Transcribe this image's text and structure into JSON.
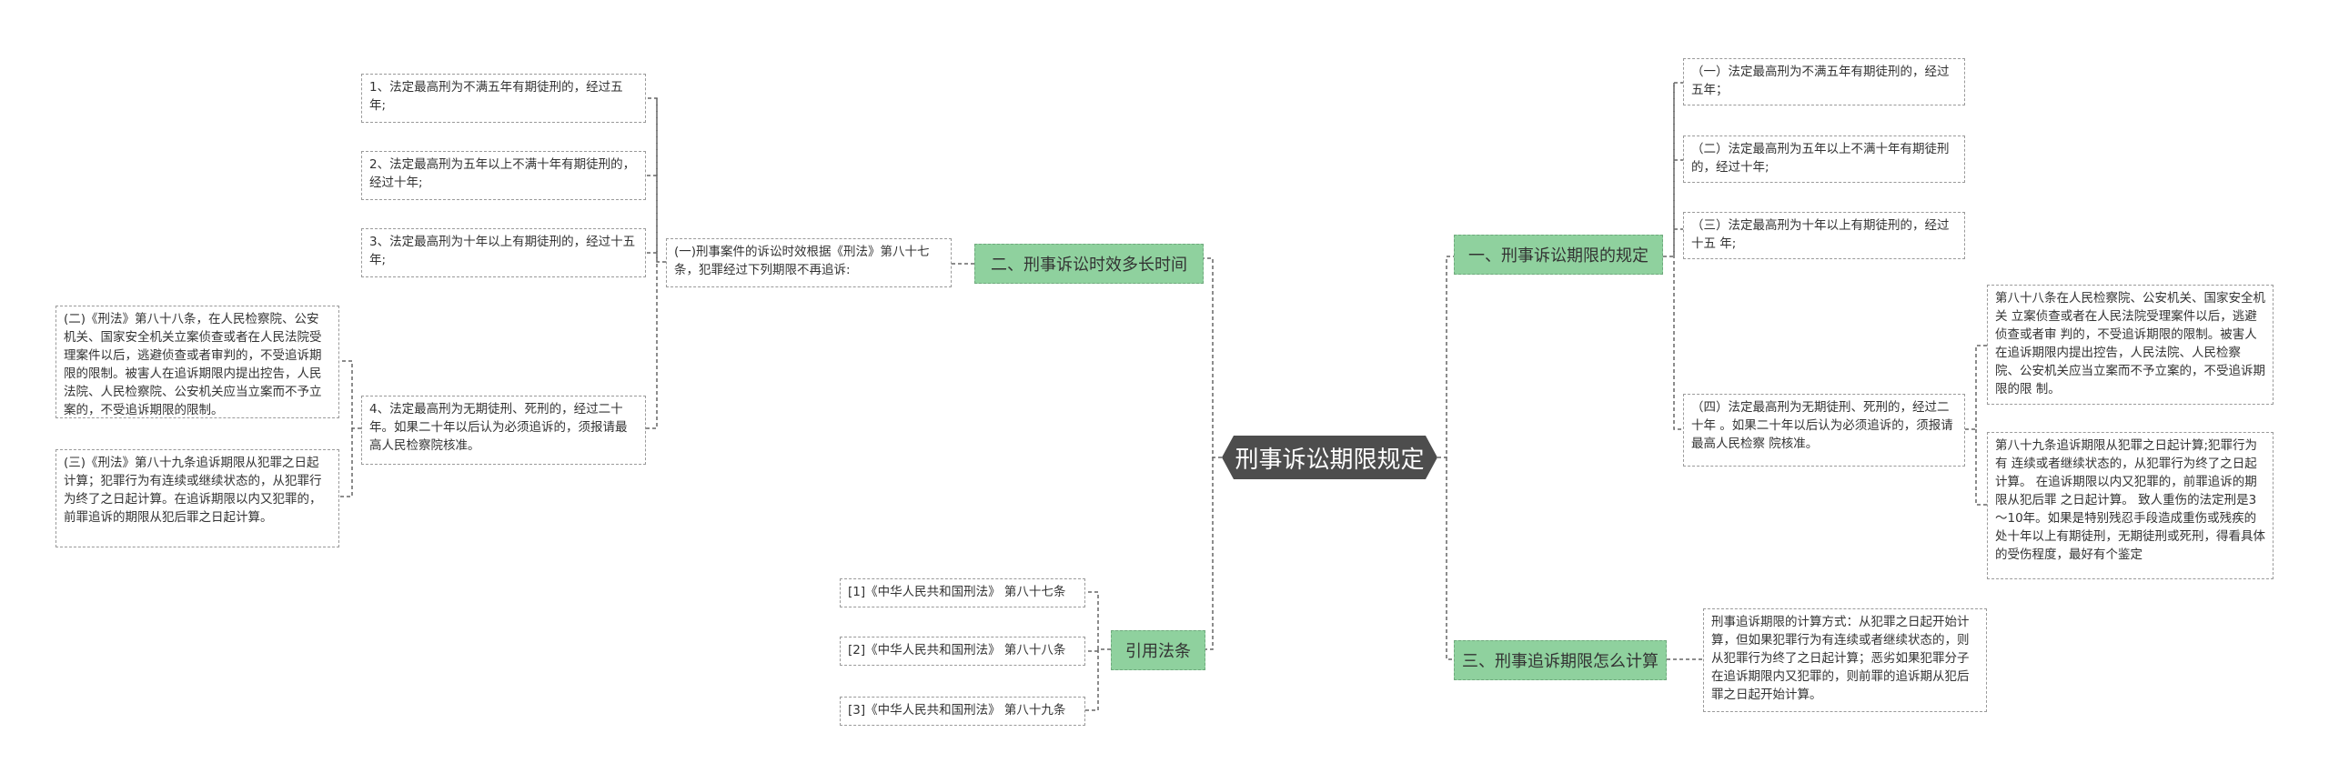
{
  "root": "刑事诉讼期限规定",
  "sections": {
    "s1": {
      "label": "一、刑事诉讼期限的规定",
      "items": [
        "（一）法定最高刑为不满五年有期徒刑的，经过五年；",
        "（二）法定最高刑为五年以上不满十年有期徒刑的，经过十年;",
        "（三）法定最高刑为十年以上有期徒刑的，经过十五 年;",
        "（四）法定最高刑为无期徒刑、死刑的，经过二十年 。如果二十年以后认为必须追诉的，须报请最高人民检察 院核准。"
      ],
      "sub": [
        "第八十八条在人民检察院、公安机关、国家安全机关 立案侦查或者在人民法院受理案件以后，逃避侦查或者审 判的，不受追诉期限的限制。被害人在追诉期限内提出控告，人民法院、人民检察 院、公安机关应当立案而不予立案的，不受追诉期限的限 制。",
        "第八十九条追诉期限从犯罪之日起计算;犯罪行为有 连续或者继续状态的，从犯罪行为终了之日起计算。 在追诉期限以内又犯罪的，前罪追诉的期限从犯后罪 之日起计算。 致人重伤的法定刑是3～10年。如果是特别残忍手段造成重伤或残疾的处十年以上有期徒刑，无期徒刑或死刑，得看具体的受伤程度，最好有个鉴定"
      ]
    },
    "s2": {
      "label": "二、刑事诉讼时效多长时间",
      "intro": "(一)刑事案件的诉讼时效根据《刑法》第八十七条，犯罪经过下列期限不再追诉:",
      "items": [
        "1、法定最高刑为不满五年有期徒刑的，经过五年;",
        "2、法定最高刑为五年以上不满十年有期徒刑的，经过十年;",
        "3、法定最高刑为十年以上有期徒刑的，经过十五年;",
        "4、法定最高刑为无期徒刑、死刑的，经过二十年。如果二十年以后认为必须追诉的，须报请最高人民检察院核准。"
      ],
      "sub": [
        "(二)《刑法》第八十八条，在人民检察院、公安机关、国家安全机关立案侦查或者在人民法院受理案件以后，逃避侦查或者审判的，不受追诉期限的限制。被害人在追诉期限内提出控告，人民法院、人民检察院、公安机关应当立案而不予立案的，不受追诉期限的限制。",
        "(三)《刑法》第八十九条追诉期限从犯罪之日起计算；犯罪行为有连续或继续状态的，从犯罪行为终了之日起计算。在追诉期限以内又犯罪的，前罪追诉的期限从犯后罪之日起计算。"
      ]
    },
    "s3": {
      "label": "三、刑事追诉期限怎么计算",
      "item": "刑事追诉期限的计算方式：从犯罪之日起开始计算，但如果犯罪行为有连续或者继续状态的，则从犯罪行为终了之日起计算；恶劣如果犯罪分子在追诉期限内又犯罪的，则前罪的追诉期从犯后罪之日起开始计算。"
    },
    "s4": {
      "label": "引用法条",
      "items": [
        "[1]《中华人民共和国刑法》 第八十七条",
        "[2]《中华人民共和国刑法》 第八十八条",
        "[3]《中华人民共和国刑法》 第八十九条"
      ]
    }
  }
}
